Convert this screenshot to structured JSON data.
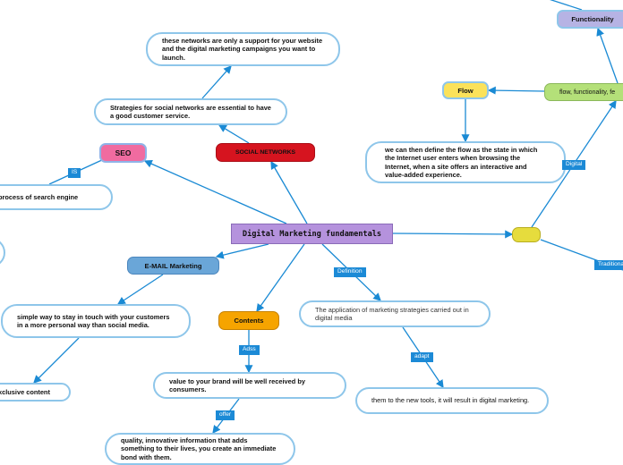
{
  "central": {
    "label": "Digital Marketing fundamentals",
    "color": "#b592dd"
  },
  "nodes": {
    "seo": {
      "label": "SEO",
      "color": "#f06ba0"
    },
    "social": {
      "label": "SOCIAL NETWORKS",
      "color": "#d6141f"
    },
    "email": {
      "label": "E-MAIL Marketing",
      "color": "#6aa6d8"
    },
    "contents": {
      "label": "Contents",
      "color": "#f6a400"
    },
    "flow": {
      "label": "Flow",
      "color": "#fbe25a"
    },
    "functionality": {
      "label": "Functionality",
      "color": "#b6b3e4"
    },
    "ffc": {
      "label": "flow, functionality, fe",
      "color": "#b4e079"
    },
    "yellow_node": {
      "label": "",
      "color": "#e6dc3d"
    }
  },
  "bubbles": {
    "networks_support": "these networks are only a support for your website and the digital marketing campaigns you want to launch.",
    "strategies": "Strategies for social networks are essential to have a good customer service.",
    "search_engine": "process of search engine",
    "simple_way": "simple way to stay in touch with your customers in a more personal way than social media.",
    "exclusive": "xclusive content",
    "value": "value to your brand will be well received by consumers.",
    "quality": "quality, innovative information that adds something to their lives, you create an immediate bond with them.",
    "application": "The application of marketing strategies carried out in digital media",
    "new_tools": "them to the new tools, it will result in digital marketing.",
    "flow_def": "we can then define the flow as the state in which the Internet user enters when browsing the Internet, when a site offers an interactive and value-added experience."
  },
  "edge_labels": {
    "is": "IS",
    "adss": "Adss",
    "offer": "offer",
    "definition": "Definition",
    "adapt": "adapt",
    "digital": "Digital",
    "traditional": "Traditiona"
  },
  "colors": {
    "edge": "#1a8ad4",
    "bubble_border": "#8ec6ea",
    "label_bg": "#1c8ad6"
  }
}
